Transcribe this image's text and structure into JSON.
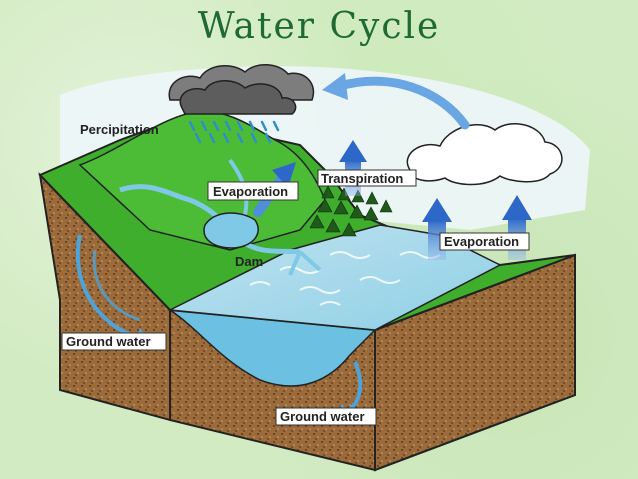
{
  "title": "Water Cycle",
  "labels": {
    "precipitation": "Percipitation",
    "evaporation_land": "Evaporation",
    "transpiration": "Transpiration",
    "evaporation_sea": "Evaporation",
    "dam": "Dam",
    "ground_water_left": "Ground water",
    "ground_water_bottom": "Ground water"
  },
  "colors": {
    "sky": "#e9f3fb",
    "grass": "#3fae2c",
    "soil": "#9a6a3a",
    "water": "#7fc8e6",
    "arrow": "#3f7fd6",
    "title": "#1f6a34"
  }
}
